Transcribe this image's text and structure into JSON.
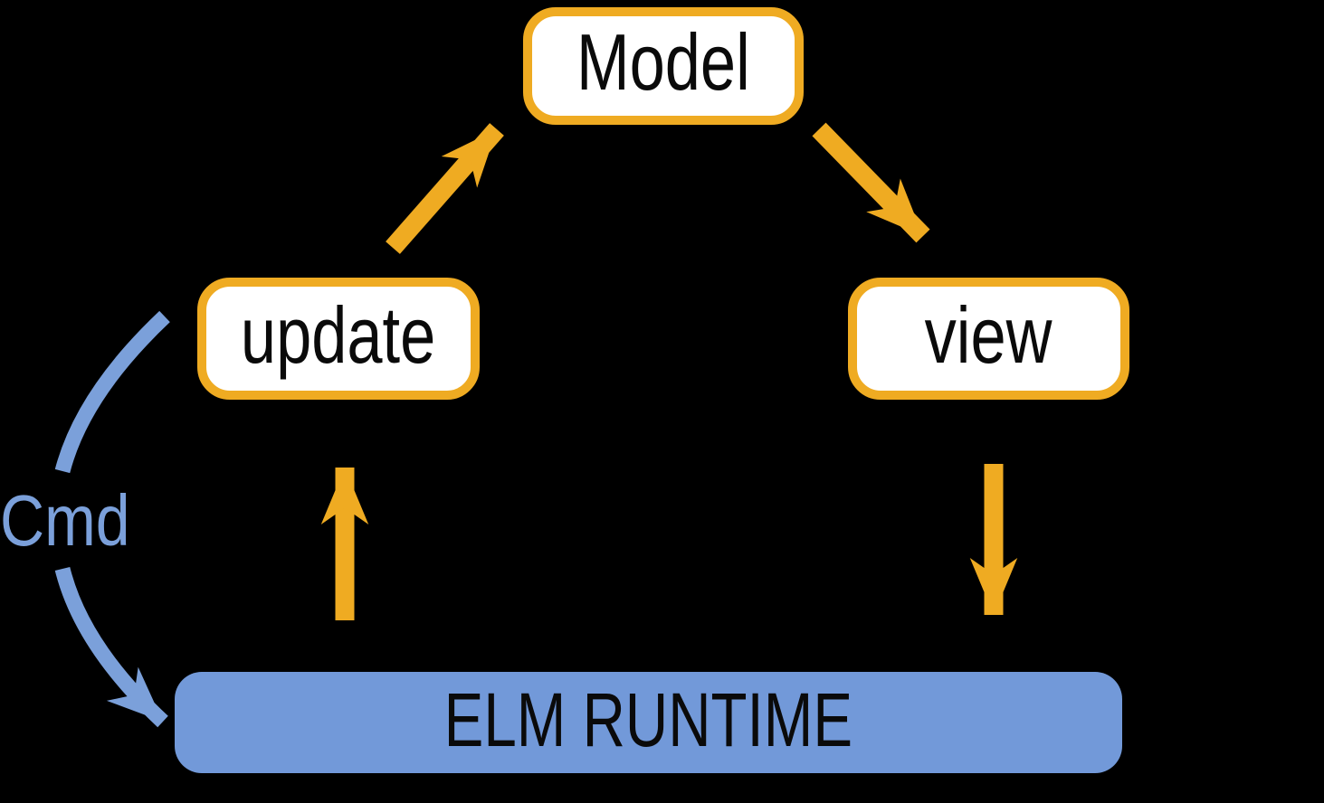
{
  "diagram": {
    "type": "flow",
    "background": "#000000",
    "labels": {
      "model": "Model",
      "update": "update",
      "view": "view",
      "runtime": "ELM RUNTIME",
      "cmd": "Cmd"
    },
    "nodes": [
      {
        "id": "model",
        "label": "Model",
        "shape": "rounded-rect",
        "fill": "#FFFFFF",
        "border": "#EFAB22"
      },
      {
        "id": "update",
        "label": "update",
        "shape": "rounded-rect",
        "fill": "#FFFFFF",
        "border": "#EFAB22"
      },
      {
        "id": "view",
        "label": "view",
        "shape": "rounded-rect",
        "fill": "#FFFFFF",
        "border": "#EFAB22"
      },
      {
        "id": "runtime",
        "label": "ELM RUNTIME",
        "shape": "rounded-rect",
        "fill": "#7299D9",
        "border": "none"
      }
    ],
    "edges": [
      {
        "from": "update",
        "to": "model",
        "style": "straight-diagonal",
        "color": "#EFAB22",
        "label": ""
      },
      {
        "from": "model",
        "to": "view",
        "style": "straight-diagonal",
        "color": "#EFAB22",
        "label": ""
      },
      {
        "from": "runtime",
        "to": "update",
        "style": "straight-vertical",
        "color": "#EFAB22",
        "label": ""
      },
      {
        "from": "view",
        "to": "runtime",
        "style": "straight-vertical",
        "color": "#EFAB22",
        "label": ""
      },
      {
        "from": "update",
        "to": "runtime",
        "style": "curved-left",
        "color": "#7BA0DA",
        "label": "Cmd"
      }
    ],
    "colors": {
      "accent_orange": "#EFAB22",
      "node_fill": "#FFFFFF",
      "node_text": "#0A0A0A",
      "runtime_fill": "#7299D9",
      "runtime_text": "#0A0A0A",
      "cmd_blue": "#7BA0DA",
      "background": "#000000"
    }
  }
}
